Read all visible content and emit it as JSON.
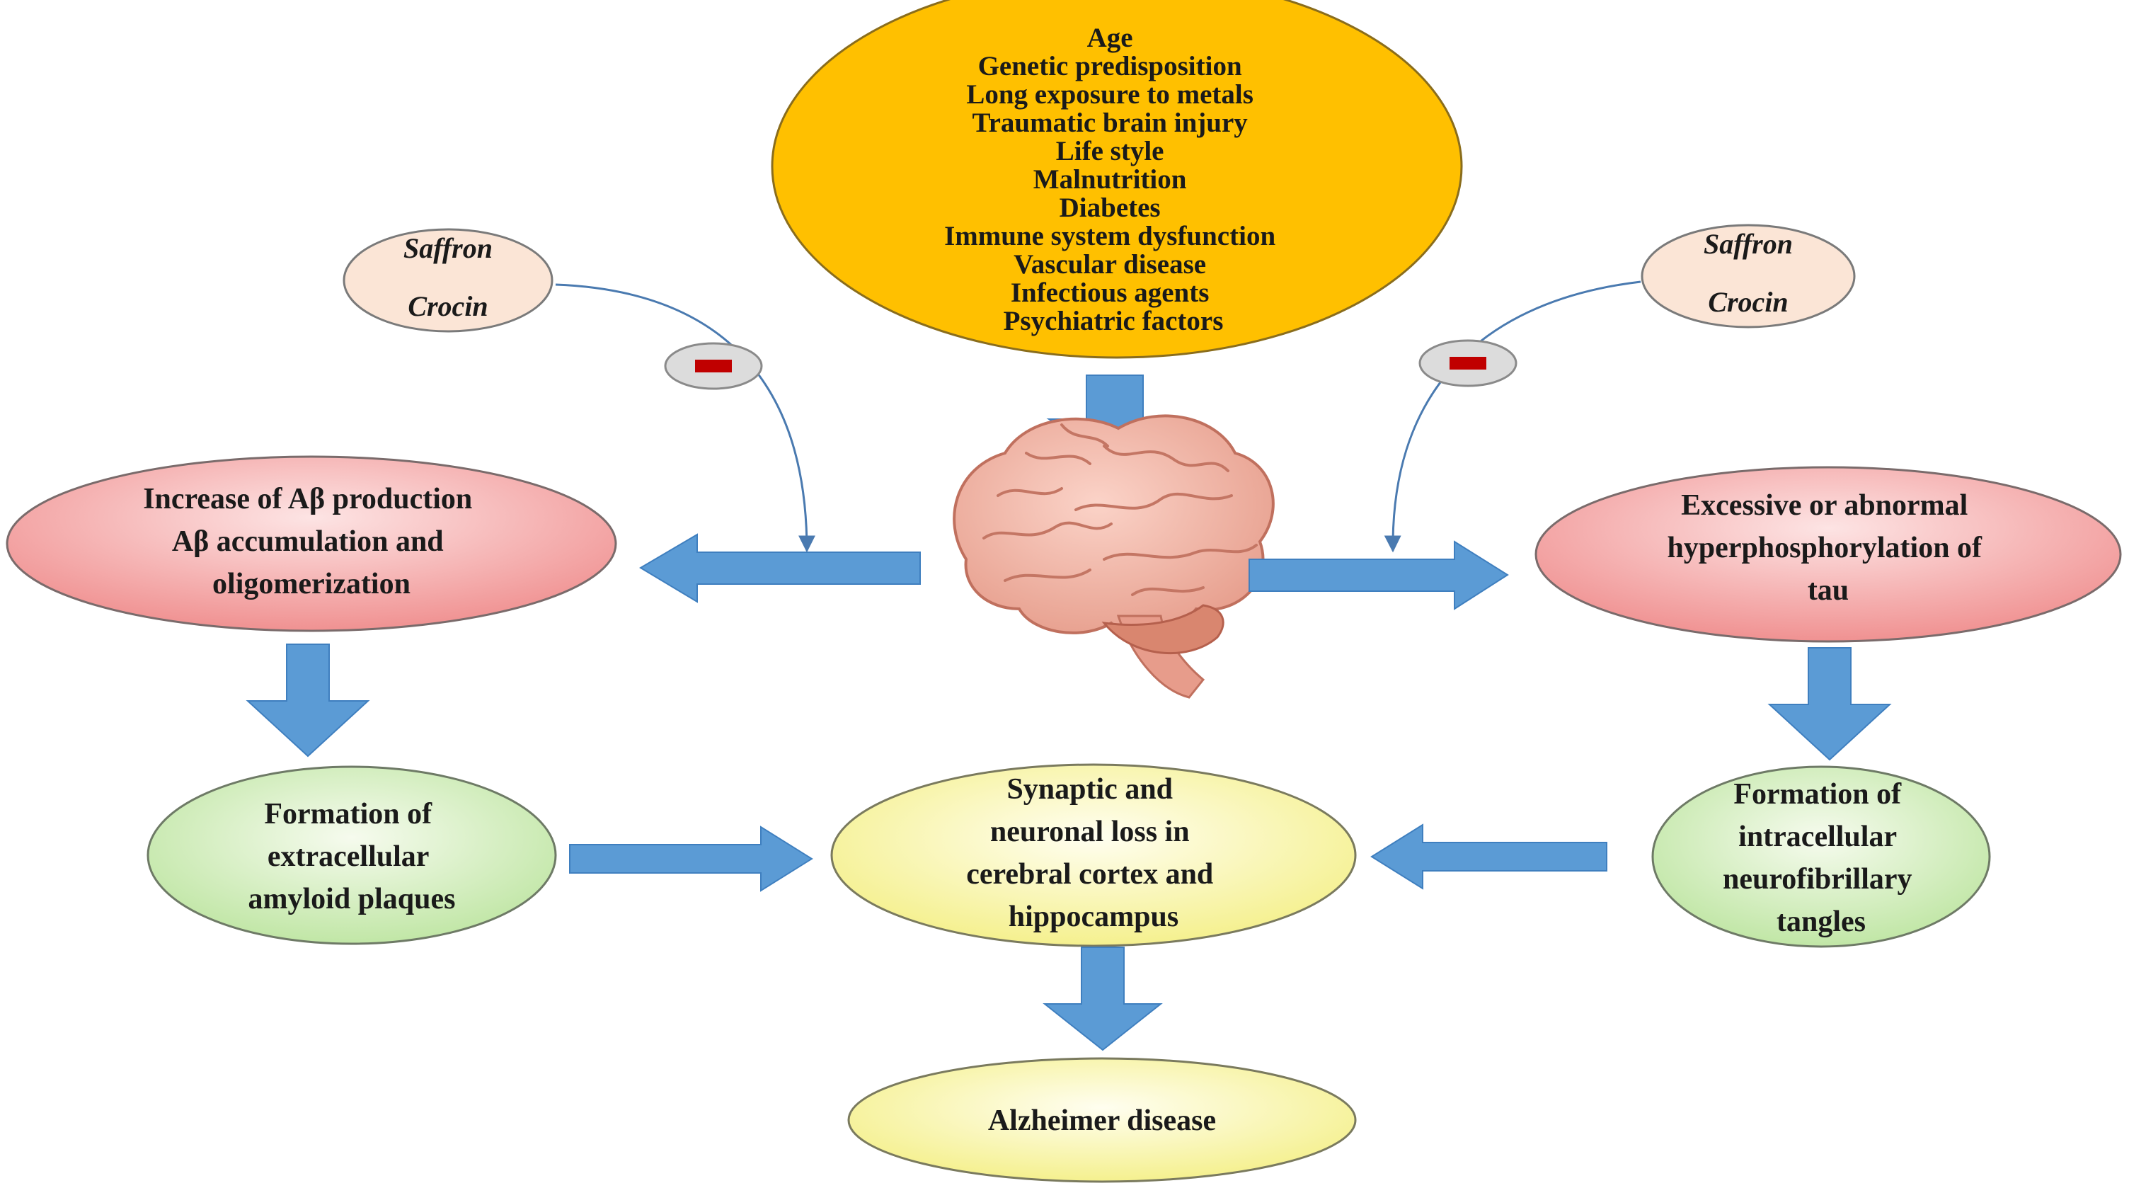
{
  "risk_factors": {
    "lines": [
      "Age",
      "Genetic predisposition",
      "Long exposure to metals",
      "Traumatic  brain  injury",
      "Life style",
      "Malnutrition",
      "Diabetes",
      "Immune  system dysfunction",
      "Vascular disease",
      "Infectious agents",
      "Psychiatric factors"
    ]
  },
  "inhibitor_left": {
    "line1": "Saffron",
    "line2": "Crocin",
    "sign": "minus"
  },
  "inhibitor_right": {
    "line1": "Saffron",
    "line2": "Crocin",
    "sign": "minus"
  },
  "abeta": {
    "lines": [
      "Increase of Aβ production",
      "Aβ accumulation  and",
      "oligomerization"
    ]
  },
  "tau": {
    "lines": [
      "Excessive or abnormal",
      "hyperphosphorylation  of",
      "tau"
    ]
  },
  "plaques": {
    "lines": [
      "Formation of",
      "extracellular",
      "amyloid  plaques"
    ]
  },
  "tangles": {
    "lines": [
      "Formation of",
      "intracellular",
      "neurofibrillary",
      "tangles"
    ]
  },
  "neuronal_loss": {
    "lines": [
      "Synaptic  and",
      "neuronal loss in",
      "cerebral cortex and",
      "hippocampus"
    ]
  },
  "outcome": {
    "label": "Alzheimer  disease"
  },
  "colors": {
    "risk_fill": "#ffc000",
    "pink_fill": "#f3a0a0",
    "green_fill": "#d8f0c0",
    "yellow_fill": "#f8f5a6",
    "inhibitor_fill": "#fbe5d6",
    "arrow": "#5b9bd5",
    "minus": "#c00000",
    "brain": "#f0b0a0"
  }
}
